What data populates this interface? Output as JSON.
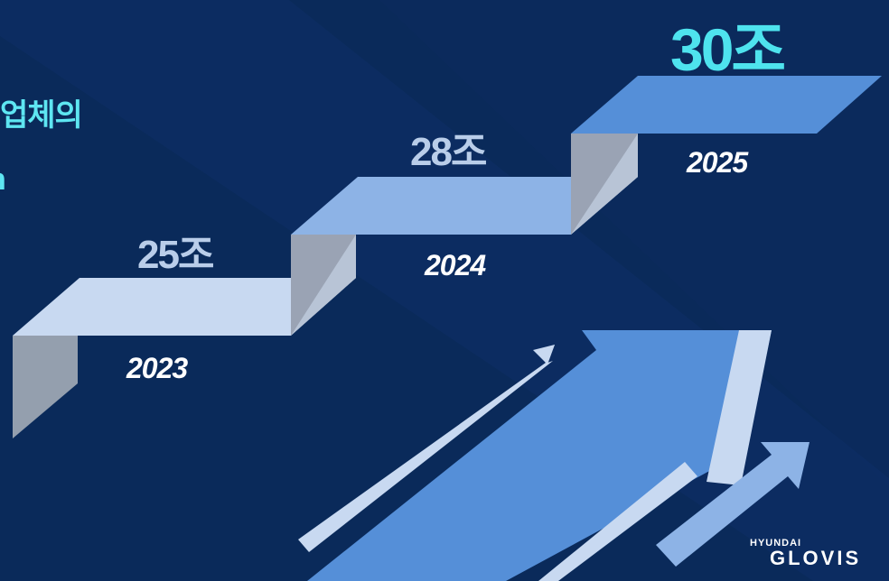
{
  "headline": {
    "line1": "업체의",
    "line2_partial": "h"
  },
  "steps": [
    {
      "amount": "25조",
      "year": "2023"
    },
    {
      "amount": "28조",
      "year": "2024"
    },
    {
      "amount": "30조",
      "year": "2025"
    }
  ],
  "brand": {
    "top": "HYUNDAI",
    "main": "GLOVIS"
  },
  "colors": {
    "background": "#0b2a5c",
    "accent_cyan": "#4ee3ee",
    "step_light": "#c8d9f1",
    "step_mid": "#8db3e6",
    "step_blue": "#558fd8",
    "step_shadow": "#8f9fb8"
  }
}
